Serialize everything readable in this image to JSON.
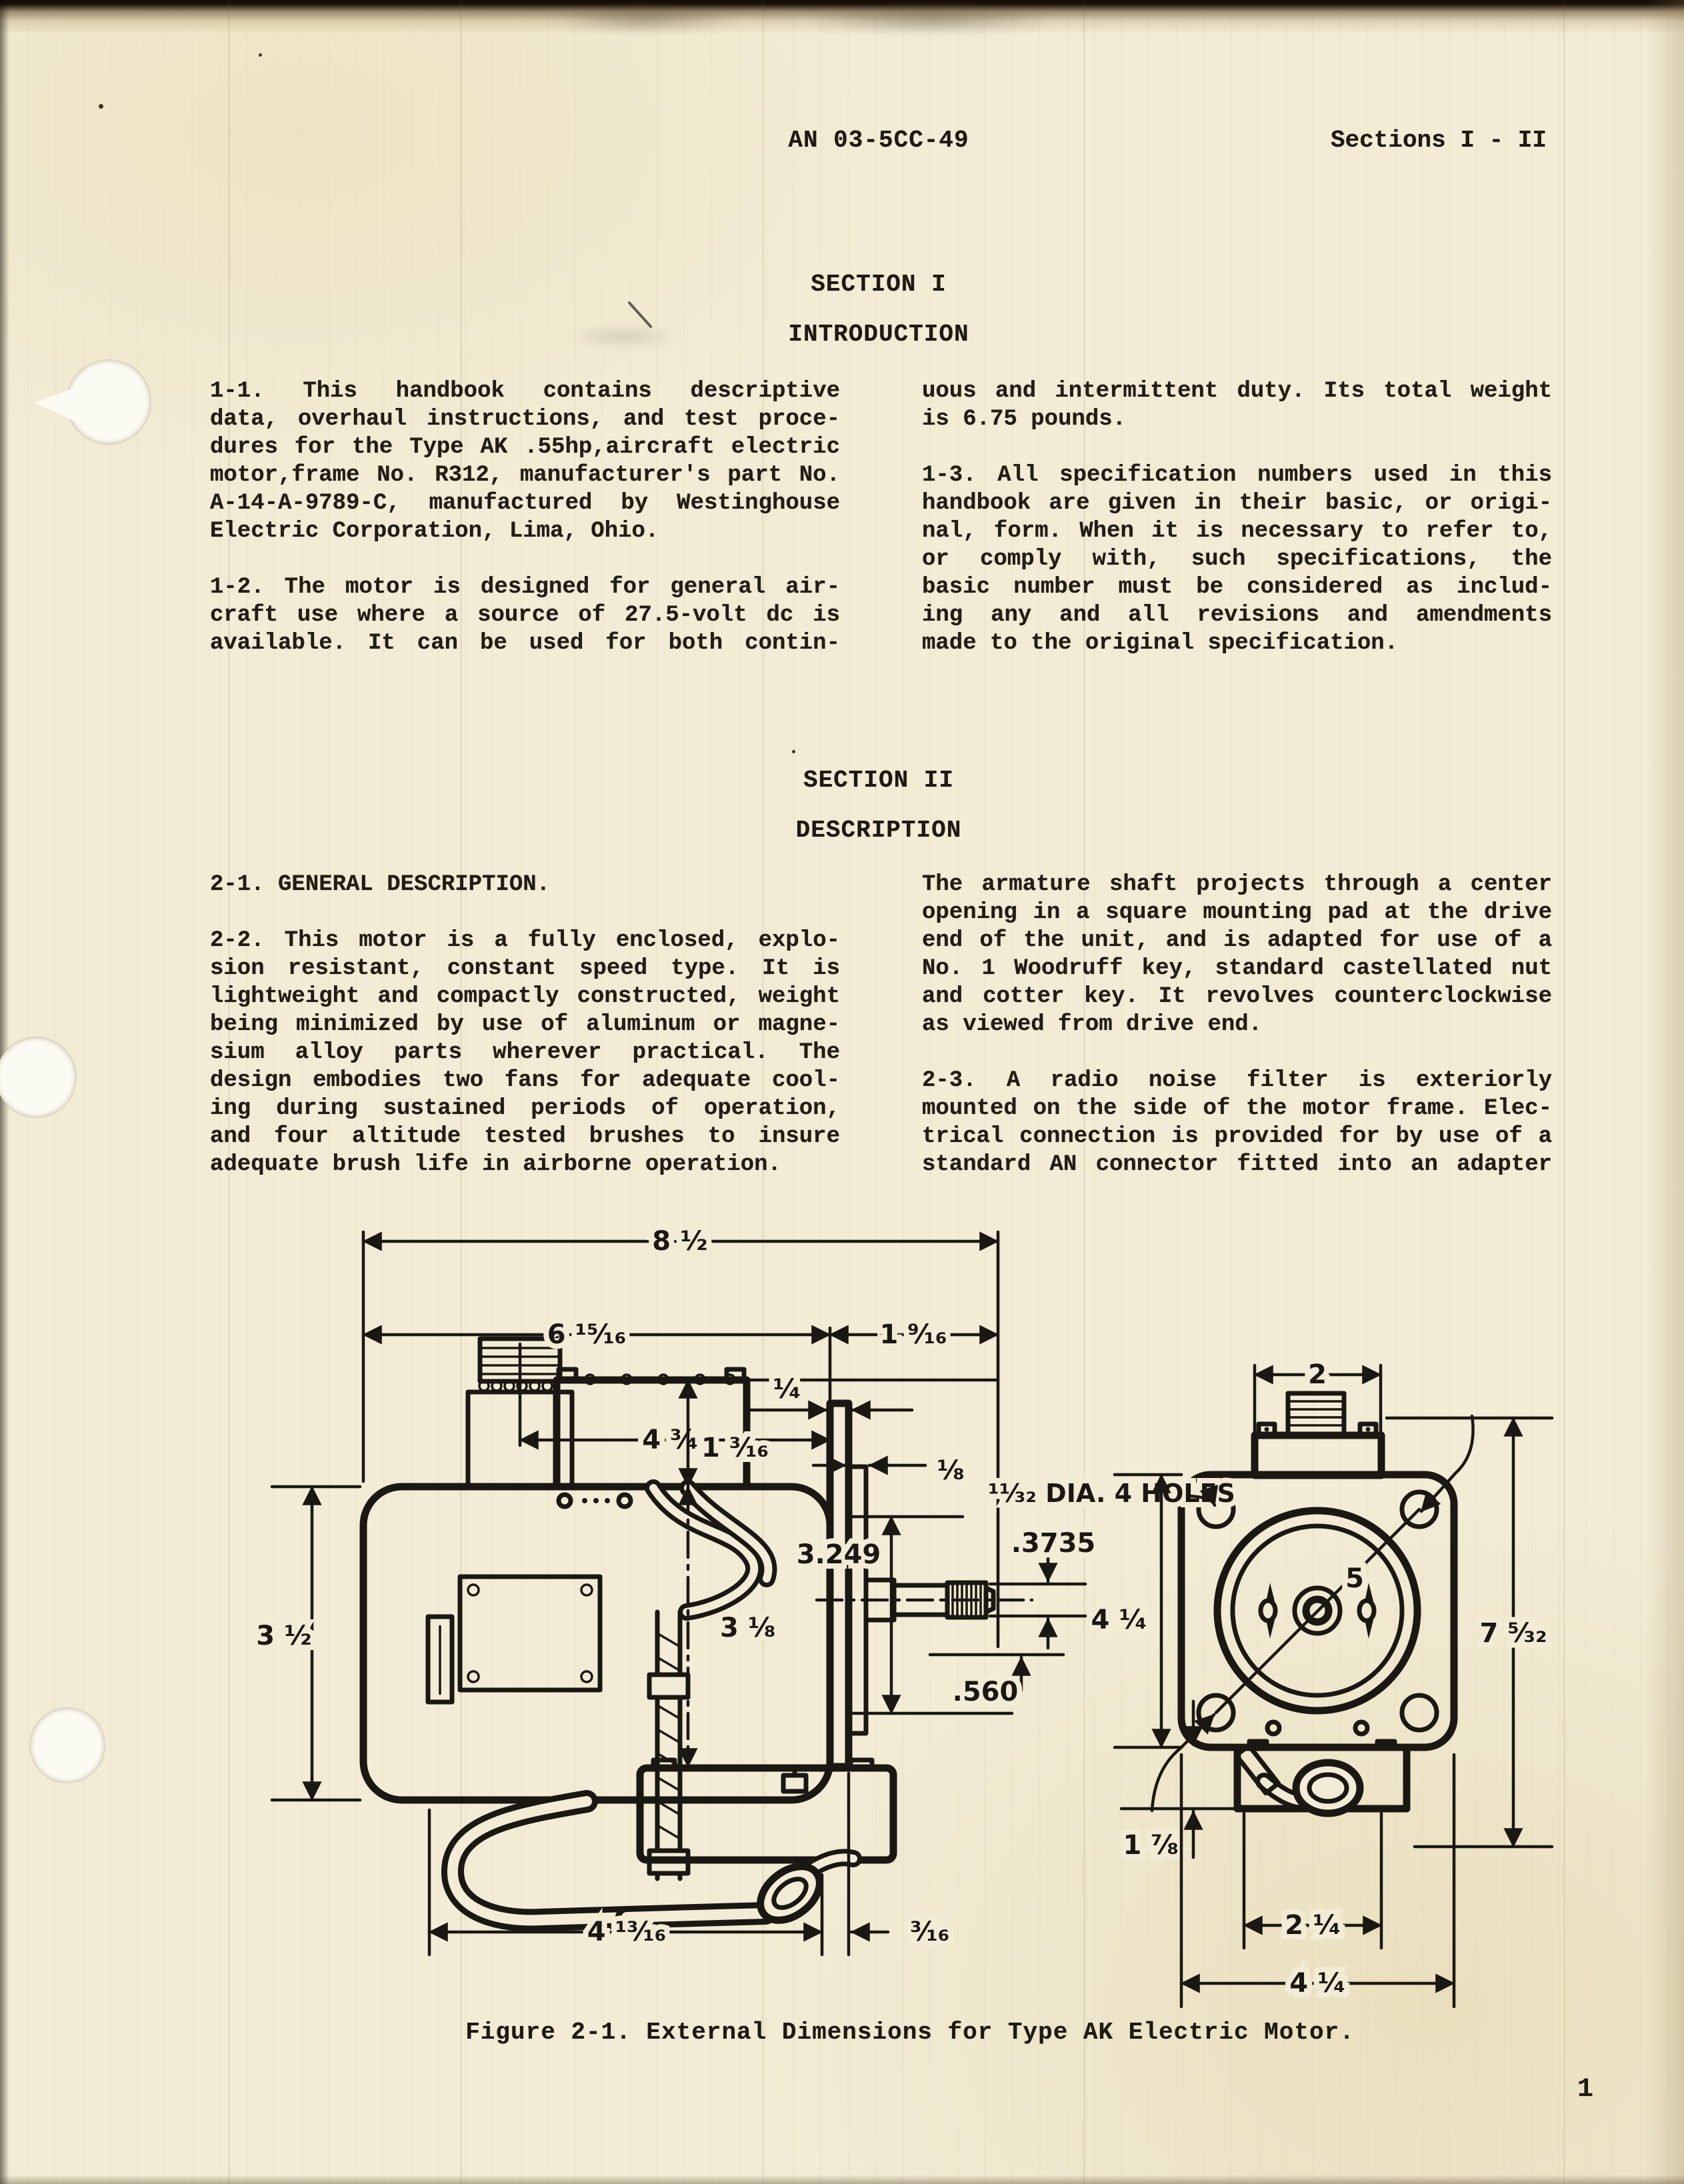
{
  "header": {
    "doc_number": "AN 03-5CC-49",
    "section_range": "Sections I - II",
    "page_number": "1"
  },
  "section1": {
    "heading": "SECTION I",
    "subheading": "INTRODUCTION",
    "left_col": [
      {
        "ragged_last": true,
        "lines": [
          "1-1.  This handbook contains descriptive",
          "data, overhaul instructions, and test proce-",
          "dures for the Type AK .55hp,aircraft electric",
          "motor,frame No. R312, manufacturer's part No.",
          "A-14-A-9789-C, manufactured by Westinghouse",
          "Electric Corporation, Lima, Ohio."
        ]
      },
      {
        "ragged_last": false,
        "lines": [
          "1-2.  The motor is designed for general air-",
          "craft use where a source of 27.5-volt dc is",
          "available.  It can be used for both contin-"
        ]
      }
    ],
    "right_col": [
      {
        "ragged_last": true,
        "lines": [
          "uous and intermittent duty.  Its total weight",
          "is 6.75 pounds."
        ]
      },
      {
        "ragged_last": true,
        "lines": [
          "1-3.  All specification numbers used in this",
          "handbook are given in their basic, or origi-",
          "nal, form.  When it is necessary to refer to,",
          "or comply with, such specifications, the",
          "basic number must be considered as includ-",
          "ing any and all revisions and amendments",
          "made to the original specification."
        ]
      }
    ]
  },
  "section2": {
    "heading": "SECTION II",
    "subheading": "DESCRIPTION",
    "left_col": [
      {
        "ragged_last": true,
        "lines": [
          "2-1.  GENERAL DESCRIPTION."
        ]
      },
      {
        "ragged_last": true,
        "lines": [
          "2-2.  This motor is a fully enclosed, explo-",
          "sion resistant, constant speed type.  It is",
          "lightweight and compactly constructed, weight",
          "being minimized by use of aluminum or magne-",
          "sium alloy parts wherever practical.  The",
          "design embodies two fans for adequate cool-",
          "ing during sustained periods of operation,",
          "and four altitude tested brushes to insure",
          "adequate brush life in airborne operation."
        ]
      }
    ],
    "right_col": [
      {
        "ragged_last": true,
        "lines": [
          "The armature shaft projects through a center",
          "opening in a square mounting pad at the drive",
          "end of the unit, and is adapted for use of a",
          "No. 1 Woodruff key,  standard castellated nut",
          "and cotter key.  It revolves counterclockwise",
          "as viewed from drive end."
        ]
      },
      {
        "ragged_last": false,
        "lines": [
          "2-3.  A radio noise filter is exteriorly",
          "mounted on the side of the motor frame.  Elec-",
          "trical connection is provided for by use of a",
          "standard AN connector fitted into an adapter"
        ]
      }
    ]
  },
  "figure": {
    "caption": "Figure 2-1. External Dimensions for Type AK Electric Motor.",
    "dims": {
      "overall_length": "8 1/2",
      "body_length": "6 15/16",
      "end_length": "1 9/16",
      "filter_length": "4 3/4",
      "quarter": "1/4",
      "eighth": "1/8",
      "boss_height": "1 3/16",
      "frame_height": "3 1/8",
      "body_height": "3 1/2",
      "pad_dim": "3.249",
      "shaft_dia": ".3735",
      "key_dim": ".560",
      "bottom_width": "4 13/16",
      "flange_offset": "3/16",
      "conduit_width": "2",
      "holes_note": "11/32 DIA. 4 HOLES",
      "bolt_circle": "5",
      "mount_height": "4 1/4",
      "overall_height": "7 5/32",
      "filter_depth": "1 7/8",
      "box_width": "2 1/4",
      "pad_width": "4 1/4"
    }
  }
}
